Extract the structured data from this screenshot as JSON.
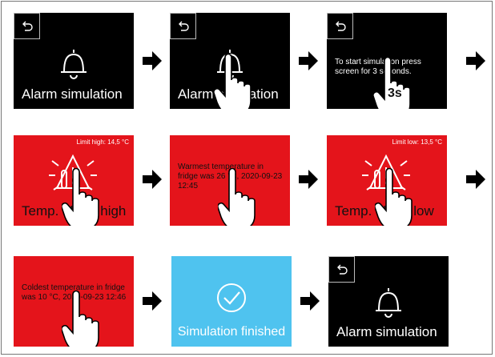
{
  "steps": {
    "s1": {
      "label": "Alarm simulation"
    },
    "s2": {
      "label": "Alarm simulation"
    },
    "s3": {
      "message": "To start simulation press screen for 3 seconds.",
      "timer": "3s"
    },
    "s4": {
      "limit": "Limit high: 14,5 °C",
      "label": "Temp. alarm high"
    },
    "s5": {
      "message": "Warmest temperature in fridge was 26 °C, 2020-09-23 12:45"
    },
    "s6": {
      "limit": "Limit low: 13,5 °C",
      "label": "Temp. alarm low"
    },
    "s7": {
      "message": "Coldest temperature in fridge was 10 °C, 2020-09-23 12:46"
    },
    "s8": {
      "label": "Simulation finished"
    },
    "s9": {
      "label": "Alarm simulation"
    }
  },
  "colors": {
    "black_screen": "#000000",
    "red_screen": "#e4141b",
    "blue_screen": "#4fc3ef"
  },
  "icons": [
    "back-icon",
    "bell-icon",
    "hand-pointer-icon",
    "arrow-right-icon",
    "alarm-warning-icon",
    "checkmark-icon"
  ]
}
